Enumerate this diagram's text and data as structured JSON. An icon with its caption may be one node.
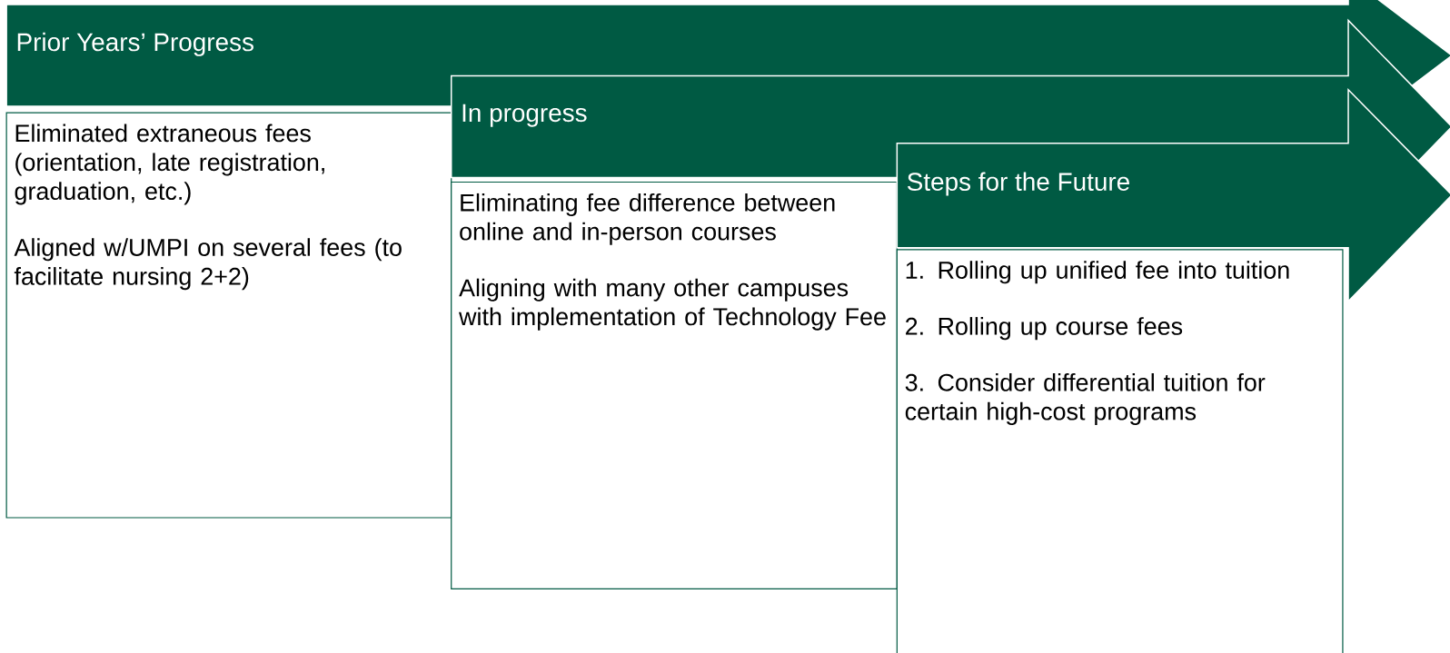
{
  "diagram": {
    "nodes": [
      {
        "text": [
          "Prior Years’ Progress"
        ]
      },
      {
        "text": [
          "Eliminated extraneous fees (orientation, late registration, graduation, etc.)",
          "Aligned w/UMPI on several fees (to facilitate nursing 2+2)"
        ]
      },
      {
        "text": [
          "In progress"
        ]
      },
      {
        "text": [
          "Eliminating fee difference between online and in-person courses",
          "Aligning with many other campuses with implementation of Technology Fee"
        ]
      },
      {
        "text": [
          "Steps for the Future"
        ]
      },
      {
        "text": [
          "1. Rolling up unified fee into tuition",
          "2. Rolling up course fees",
          "3. Consider differential tuition for certain high-cost programs"
        ]
      }
    ]
  }
}
